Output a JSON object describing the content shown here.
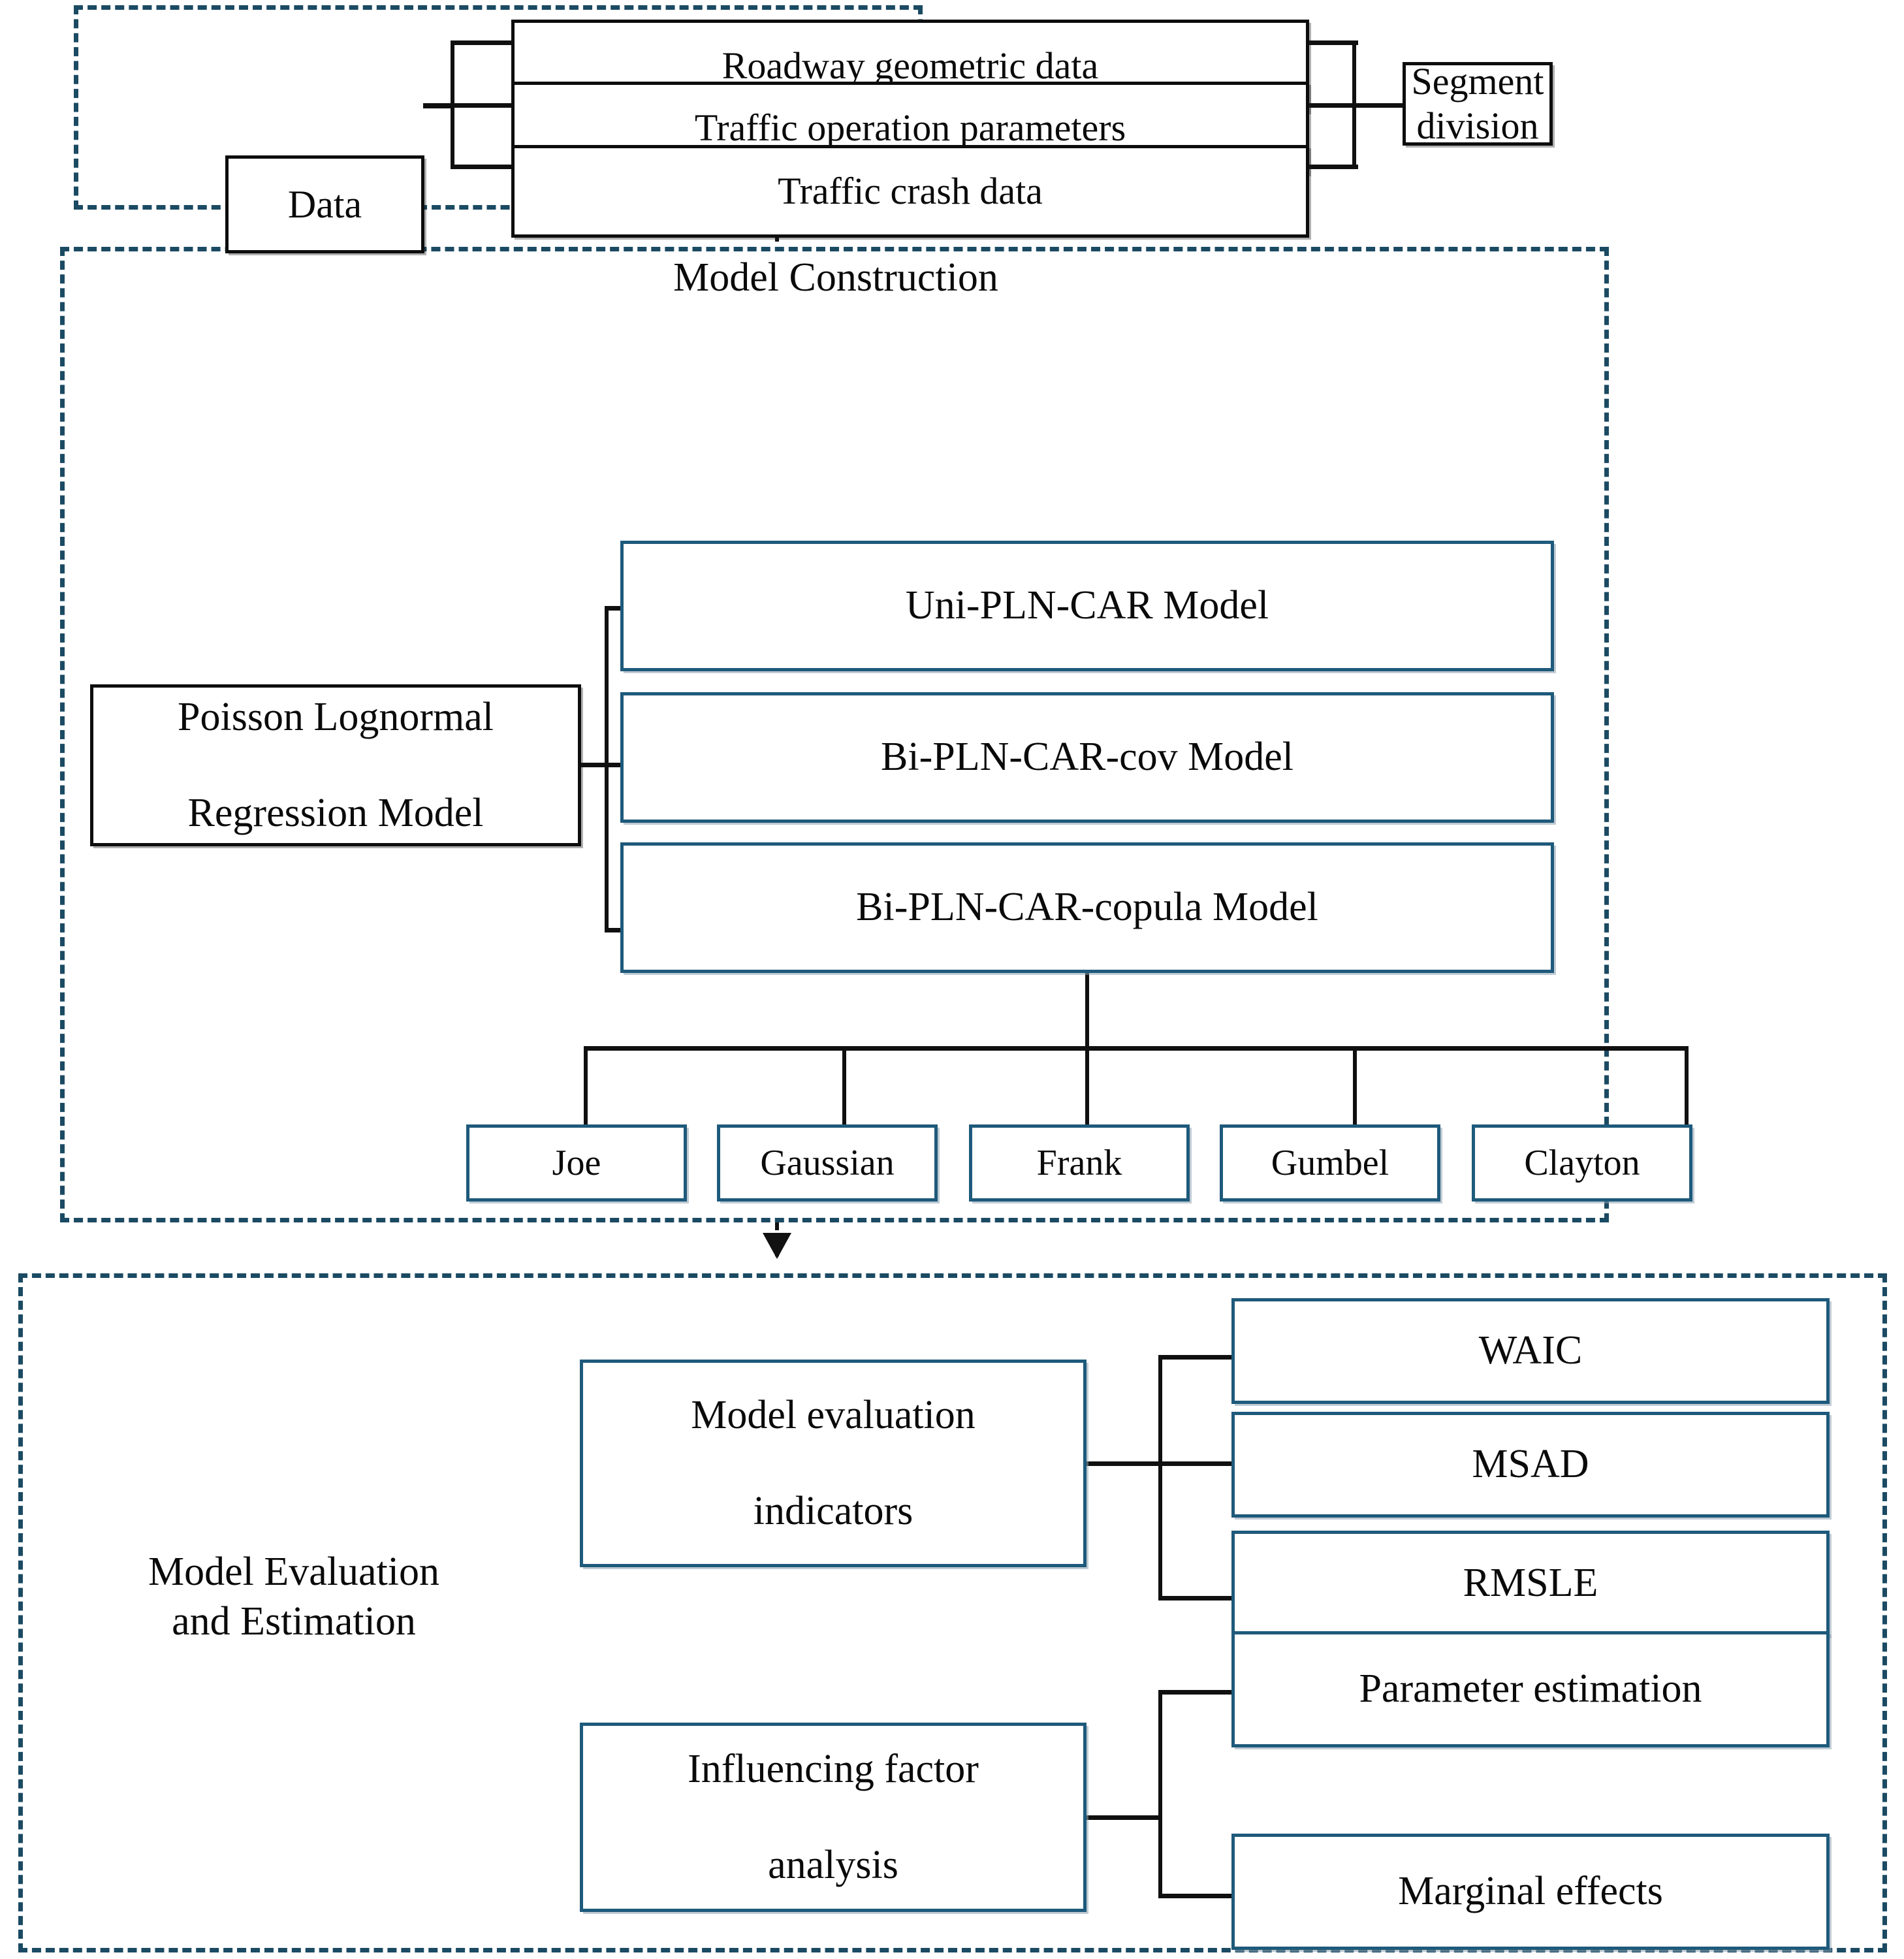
{
  "diagram": {
    "title": "Research framework flowchart",
    "accent_box_color": "#1e5a7b",
    "dashed_section_color": "#1b4a63",
    "black_box_color": "#0d0d0d",
    "connector_color": "#101010"
  },
  "section_data": {
    "name": "Data",
    "source_box": "Data",
    "items": [
      "Roadway geometric data",
      "Traffic  operation parameters",
      "Traffic  crash data"
    ],
    "output_box": "Segment\ndivision",
    "output_line1": "Segment",
    "output_line2": "division"
  },
  "section_model_construction": {
    "title": "Model Construction",
    "source_box_line1": "Poisson Lognormal",
    "source_box_line2": "Regression Model",
    "models": [
      "Uni-PLN-CAR Model",
      "Bi-PLN-CAR-cov Model",
      "Bi-PLN-CAR-copula Model"
    ],
    "copulas": [
      "Joe",
      "Gaussian",
      "Frank",
      "Gumbel",
      "Clayton"
    ]
  },
  "section_model_evaluation": {
    "title_line1": "Model Evaluation",
    "title_line2": "and Estimation",
    "groups": [
      {
        "name_line1": "Model evaluation",
        "name_line2": "indicators",
        "items": [
          "WAIC",
          "MSAD",
          "RMSLE"
        ]
      },
      {
        "name_line1": "Influencing factor",
        "name_line2": "analysis",
        "items": [
          "Parameter estimation",
          "Marginal  effects"
        ]
      }
    ]
  }
}
